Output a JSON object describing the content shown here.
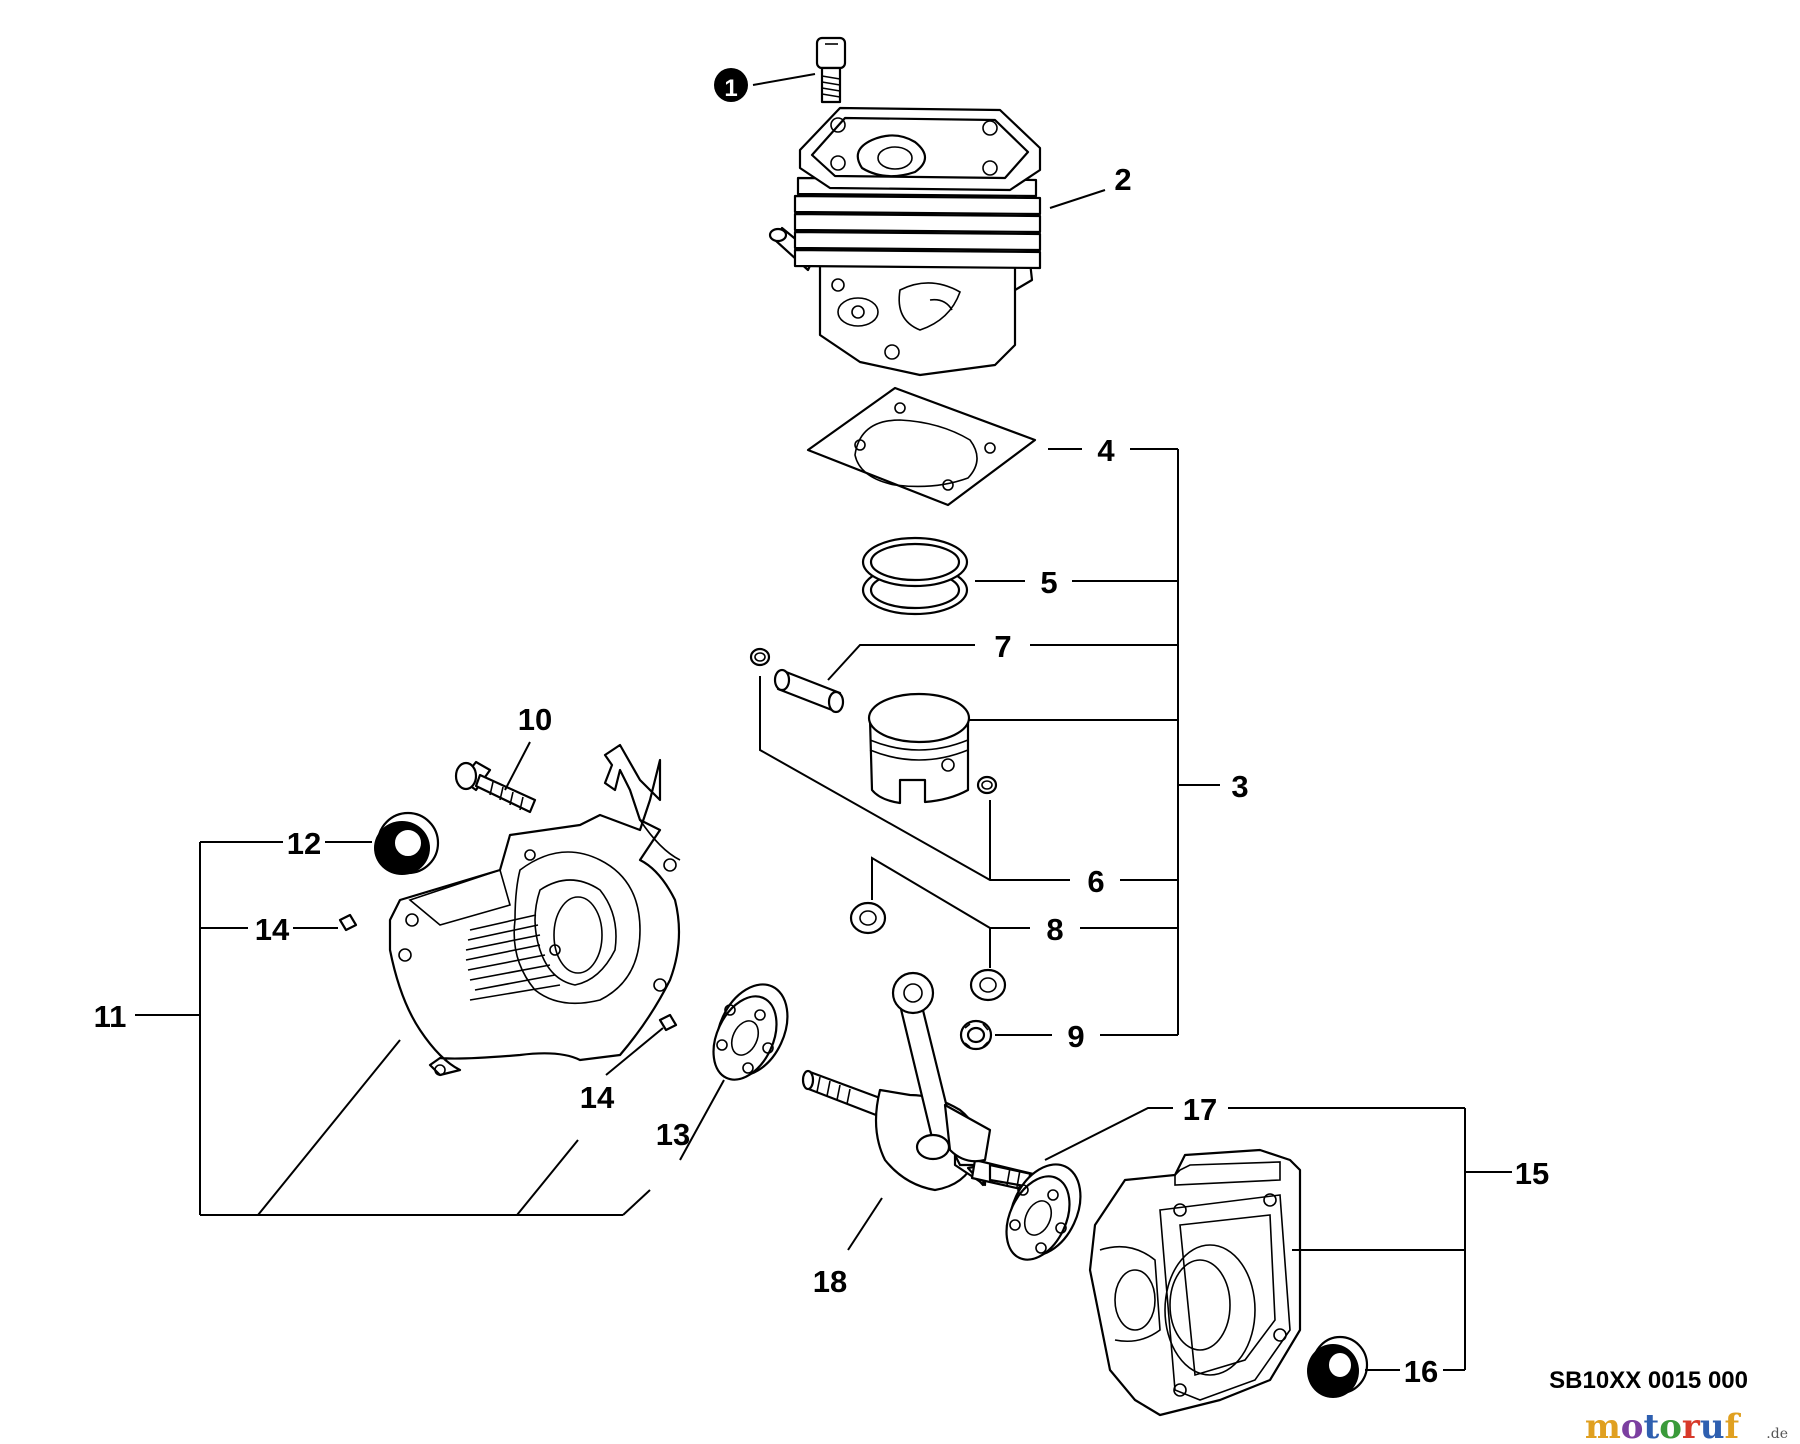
{
  "diagram": {
    "code": "SB10XX 0015 000",
    "watermark": {
      "name": "motoruf",
      "suffix": ".de"
    },
    "callouts": [
      {
        "id": "c1",
        "text": "1",
        "style": "filled-circle"
      },
      {
        "id": "c2",
        "text": "2"
      },
      {
        "id": "c3",
        "text": "3"
      },
      {
        "id": "c4",
        "text": "4"
      },
      {
        "id": "c5",
        "text": "5"
      },
      {
        "id": "c6",
        "text": "6"
      },
      {
        "id": "c7",
        "text": "7"
      },
      {
        "id": "c8",
        "text": "8"
      },
      {
        "id": "c9",
        "text": "9"
      },
      {
        "id": "c10",
        "text": "10"
      },
      {
        "id": "c11",
        "text": "11"
      },
      {
        "id": "c12",
        "text": "12"
      },
      {
        "id": "c13",
        "text": "13"
      },
      {
        "id": "c14a",
        "text": "14"
      },
      {
        "id": "c14b",
        "text": "14"
      },
      {
        "id": "c15",
        "text": "15"
      },
      {
        "id": "c16",
        "text": "16"
      },
      {
        "id": "c17",
        "text": "17"
      },
      {
        "id": "c18",
        "text": "18"
      }
    ]
  }
}
